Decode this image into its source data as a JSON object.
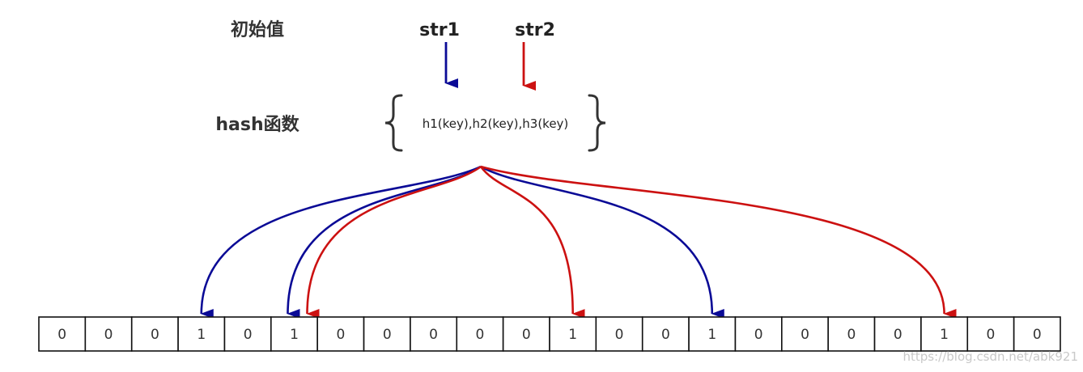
{
  "labels": {
    "initial_value": "初始值",
    "hash_functions": "hash函数",
    "str1": "str1",
    "str2": "str2",
    "function_text": "h1(key),h2(key),h3(key)"
  },
  "bit_array": [
    "0",
    "0",
    "0",
    "1",
    "0",
    "1",
    "0",
    "0",
    "0",
    "0",
    "0",
    "1",
    "0",
    "0",
    "1",
    "0",
    "0",
    "0",
    "0",
    "1",
    "0",
    "0"
  ],
  "mappings": {
    "str1_cells": [
      3,
      5,
      14
    ],
    "str2_cells": [
      5,
      11,
      19
    ]
  },
  "colors": {
    "str1": "#0a0a96",
    "str2": "#cc1111",
    "text": "#333333",
    "cell_border": "#111111"
  },
  "watermark": "https://blog.csdn.net/abk921"
}
